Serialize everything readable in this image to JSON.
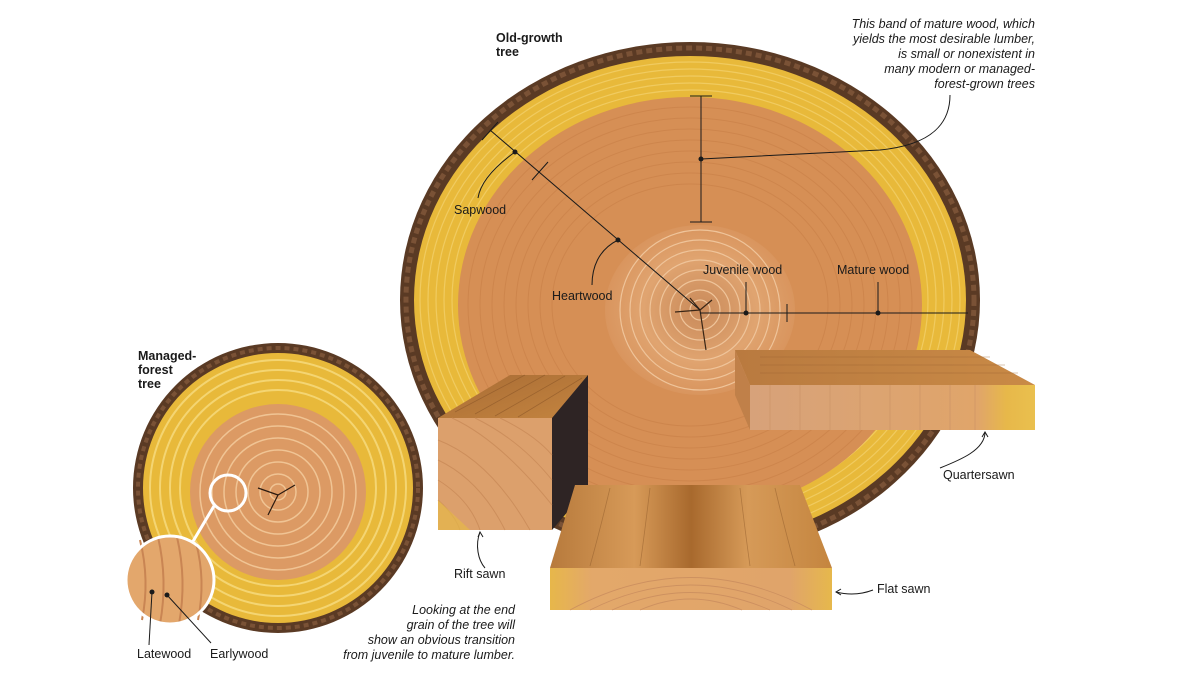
{
  "old_growth": {
    "title_line1": "Old-growth",
    "title_line2": "tree"
  },
  "managed": {
    "title_line1": "Managed-",
    "title_line2": "forest",
    "title_line3": "tree"
  },
  "labels": {
    "sapwood": "Sapwood",
    "heartwood": "Heartwood",
    "juvenile_wood": "Juvenile wood",
    "mature_wood": "Mature wood",
    "quartersawn": "Quartersawn",
    "rift_sawn": "Rift sawn",
    "flat_sawn": "Flat sawn",
    "latewood": "Latewood",
    "earlywood": "Earlywood"
  },
  "mature_note": [
    "This band of mature wood, which",
    "yields the most desirable lumber,",
    "is small or nonexistent in",
    "many modern or managed-",
    "forest-grown trees"
  ],
  "end_grain_note": [
    "Looking at the end",
    "grain of the tree will",
    "show an obvious transition",
    "from juvenile to mature lumber."
  ],
  "colors": {
    "bark": "#5a3a24",
    "sapwood": "#e8b93a",
    "heartwood": "#d68f55",
    "juvenile": "#dea06a"
  }
}
